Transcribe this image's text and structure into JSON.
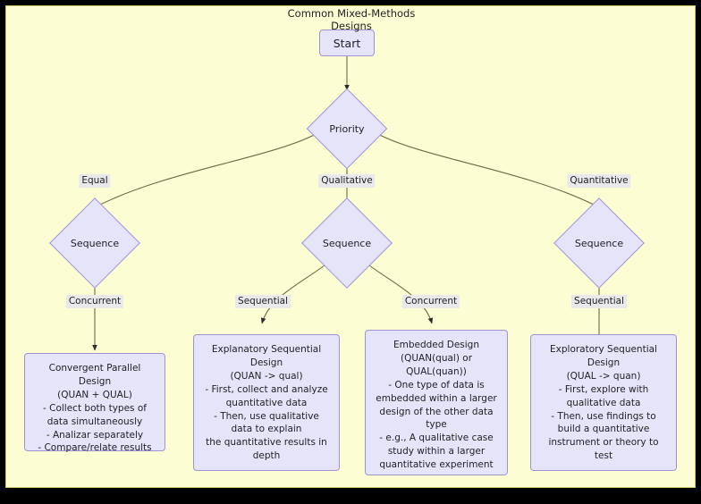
{
  "diagram": {
    "title_line1": "Common Mixed-Methods",
    "title_line2": "Designs",
    "colors": {
      "canvas": "#fdfdd4",
      "node_fill": "#e6e4f9",
      "node_border": "#9f93d6",
      "edge": "#6b6b45",
      "edge_label_bg": "#e9e9ec",
      "text": "#1f1f22",
      "frame": "#000000"
    },
    "nodes": {
      "start": "Start",
      "priority": "Priority",
      "sequence_left": "Sequence",
      "sequence_mid": "Sequence",
      "sequence_right": "Sequence"
    },
    "edge_labels": {
      "equal": "Equal",
      "qualitative": "Qualitative",
      "quantitative": "Quantitative",
      "concurrent_left": "Concurrent",
      "sequential_mid": "Sequential",
      "concurrent_mid": "Concurrent",
      "sequential_right": "Sequential"
    },
    "terminals": {
      "convergent": [
        "Convergent Parallel Design",
        "(QUAN + QUAL)",
        "- Collect both types of",
        "data simultaneously",
        "- Analizar separately",
        "- Compare/relate results"
      ],
      "explanatory": [
        "Explanatory Sequential",
        "Design",
        "(QUAN -> qual)",
        "- First, collect and analyze",
        "quantitative data",
        "- Then, use qualitative",
        "data to explain",
        "the quantitative results in",
        "depth"
      ],
      "embedded": [
        "Embedded Design",
        "(QUAN(qual) or",
        "QUAL(quan))",
        "- One type of data is",
        "embedded within a larger",
        "design of the other data",
        "type",
        "- e.g., A qualitative case",
        "study within a larger",
        "quantitative experiment"
      ],
      "exploratory": [
        "Exploratory Sequential",
        "Design",
        "(QUAL -> quan)",
        "- First, explore with",
        "qualitative data",
        "- Then, use findings to",
        "build a quantitative",
        "instrument or theory to",
        "test"
      ]
    }
  }
}
